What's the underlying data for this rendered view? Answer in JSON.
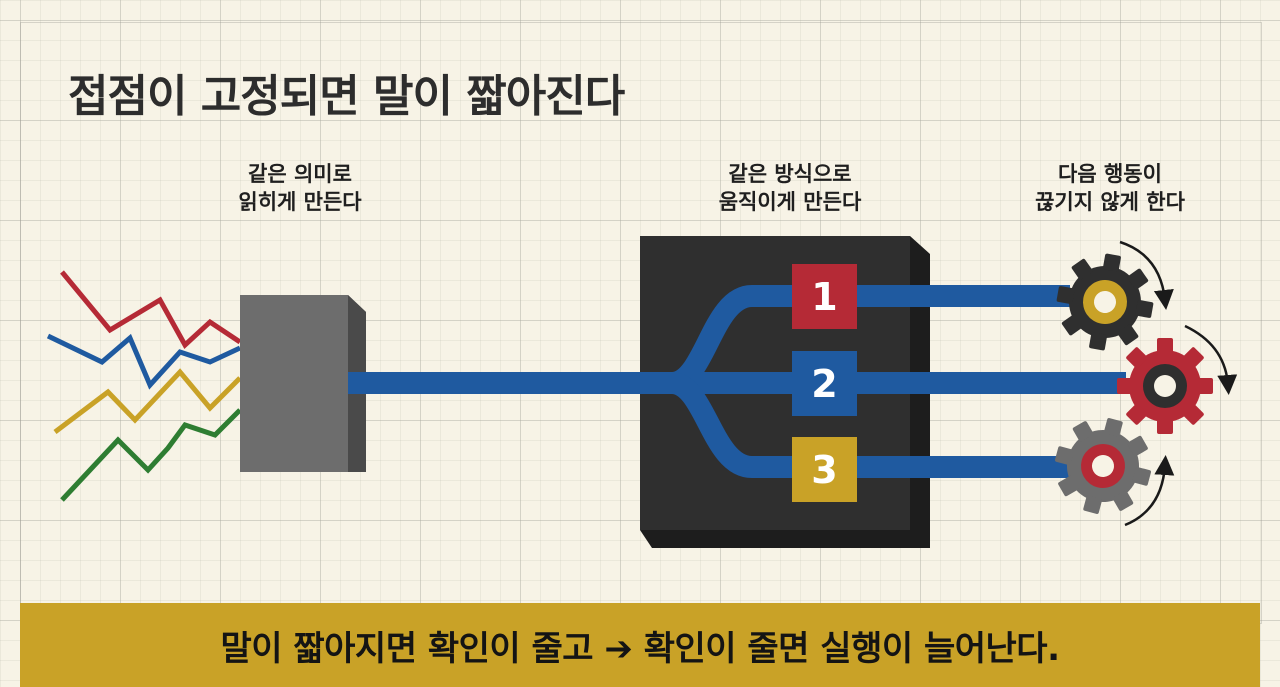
{
  "title": "접점이 고정되면 말이 짧아진다",
  "captions": [
    {
      "line1": "같은 의미로",
      "line2": "읽히게 만든다"
    },
    {
      "line1": "같은 방식으로",
      "line2": "움직이게 만든다"
    },
    {
      "line1": "다음 행동이",
      "line2": "끊기지 않게 한다"
    }
  ],
  "channels": [
    {
      "number": "1",
      "color": "#b52a36"
    },
    {
      "number": "2",
      "color": "#1f5aa0"
    },
    {
      "number": "3",
      "color": "#c9a227"
    }
  ],
  "footer": {
    "text": "말이 짧아지면 확인이 줄고 ➔ 확인이 줄면 실행이 늘어난다."
  },
  "colors": {
    "background": "#f7f3e6",
    "pipe": "#1f5aa0",
    "red": "#b52a36",
    "blue": "#1f5aa0",
    "yellow": "#c9a227",
    "green": "#2e7d32",
    "dark_box": "#2f2f2f",
    "gray_box": "#6d6d6d",
    "footer_band": "#c9a227"
  },
  "icons": [
    "gear-icon",
    "rotation-arrow-icon"
  ]
}
